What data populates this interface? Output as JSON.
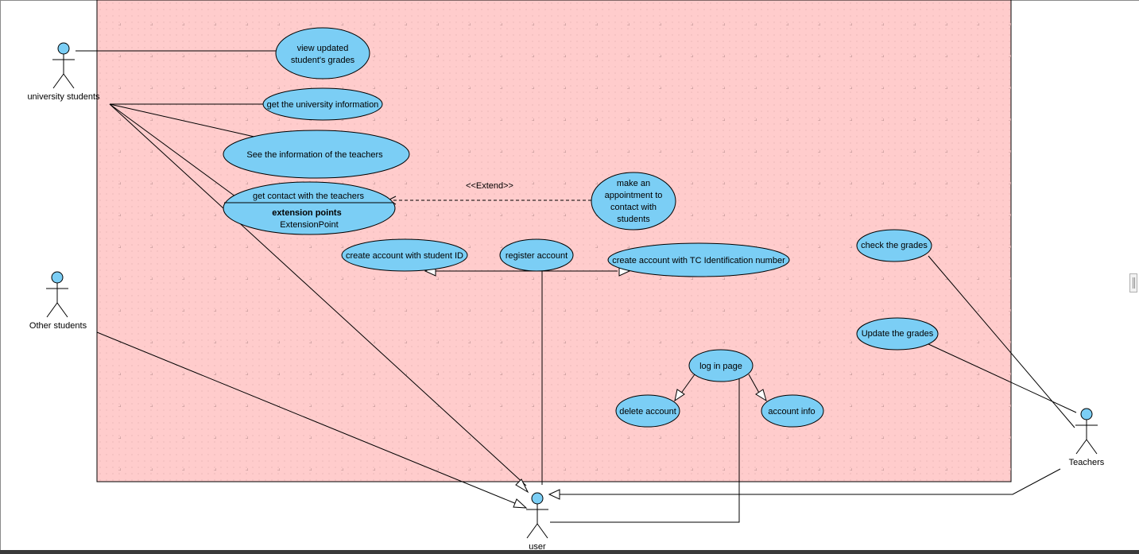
{
  "diagram": {
    "colors": {
      "system_fill": "#ffcccc",
      "system_border": "#000000",
      "use_case_fill": "#7bcef5",
      "actor_head_fill": "#7bcef5",
      "line": "#000000",
      "grid_dot": "#d9a8a8"
    },
    "actors": {
      "university_students": "university students",
      "other_students": "Other students",
      "teachers": "Teachers",
      "user": "user"
    },
    "use_cases": {
      "view_grades": [
        "view updated",
        "student's grades"
      ],
      "university_info": "get the university information",
      "teachers_info": "See the information of the teachers",
      "contact_teachers": "get contact with the teachers",
      "extension_points_title": "extension points",
      "extension_point": "ExtensionPoint",
      "make_appointment": [
        "make an",
        "appointment to",
        "contact with",
        "students"
      ],
      "create_account_student_id": "create account with student ID",
      "register_account": "register account",
      "create_account_tc": "create account with TC Identification number",
      "check_grades": "check the grades",
      "update_grades": "Update the grades",
      "log_in_page": "log in page",
      "delete_account": "delete account",
      "account_info": "account info"
    },
    "relationships": {
      "extend_label": "<<Extend>>"
    }
  }
}
